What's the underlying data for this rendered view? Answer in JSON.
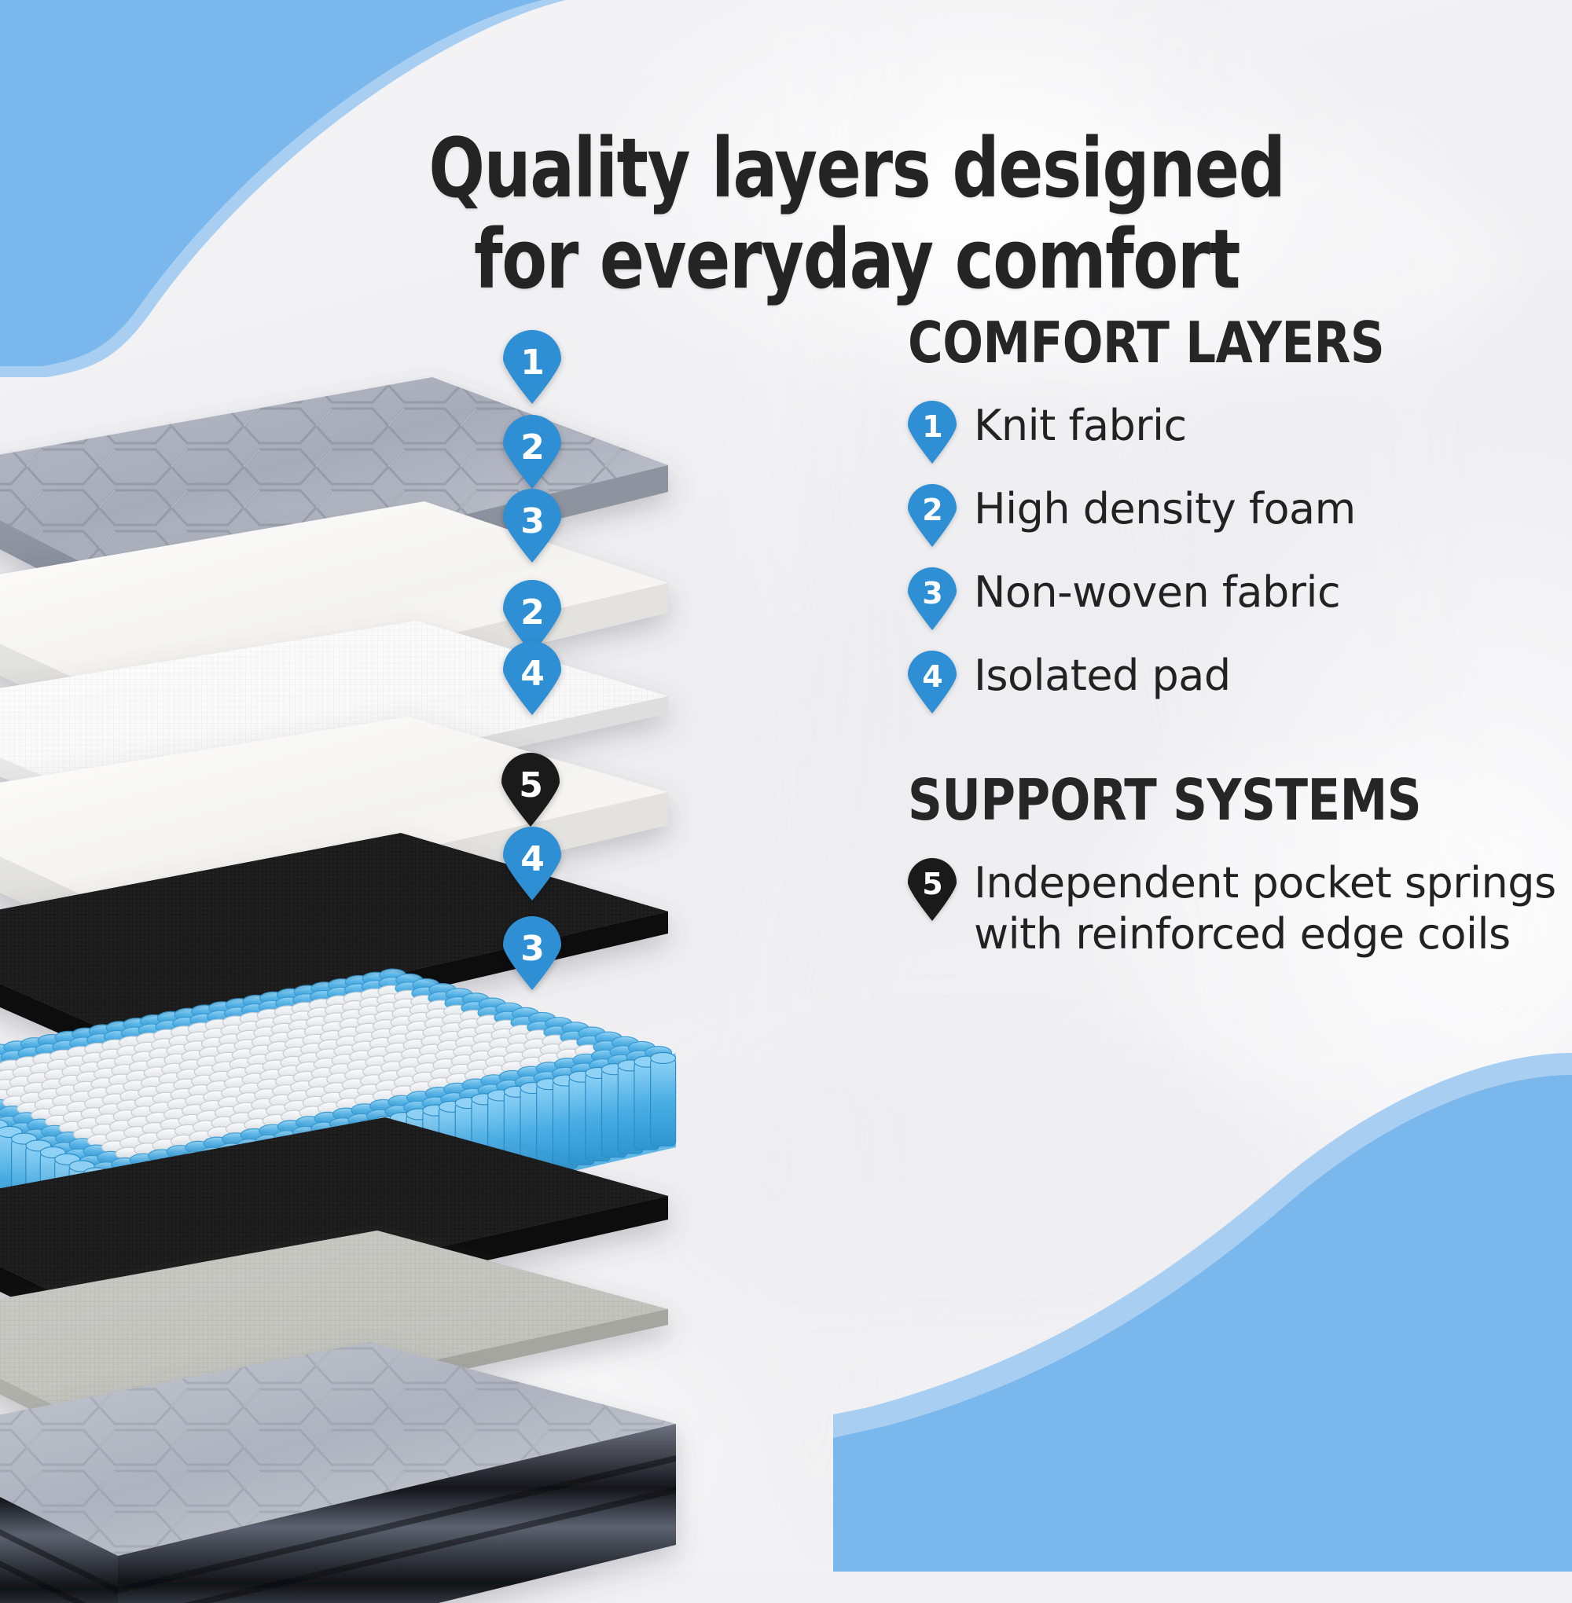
{
  "headline": {
    "line1": "Quality layers designed",
    "line2": "for everyday comfort"
  },
  "colors": {
    "pin_blue": "#2E8FD4",
    "pin_dark": "#1A1A1A",
    "wave_blue": "#79B7EC",
    "wave_blue_light": "#A8CFF2",
    "text_dark": "#242424",
    "background": "#F0F0F2"
  },
  "sections": [
    {
      "id": "comfort",
      "title": "COMFORT LAYERS",
      "items": [
        {
          "number": "1",
          "label": "Knit fabric",
          "pin_style": "blue"
        },
        {
          "number": "2",
          "label": "High density foam",
          "pin_style": "blue"
        },
        {
          "number": "3",
          "label": "Non-woven fabric",
          "pin_style": "blue"
        },
        {
          "number": "4",
          "label": "Isolated pad",
          "pin_style": "blue"
        }
      ]
    },
    {
      "id": "support",
      "title": "SUPPORT SYSTEMS",
      "items": [
        {
          "number": "5",
          "label": "Independent pocket springs with reinforced edge coils",
          "pin_style": "dark"
        }
      ]
    }
  ],
  "diagram": {
    "layers": [
      {
        "name": "knit-fabric-top-panel",
        "number": "1"
      },
      {
        "name": "high-density-foam-upper",
        "number": "2"
      },
      {
        "name": "non-woven-fabric-upper",
        "number": "3"
      },
      {
        "name": "high-density-foam-lower",
        "number": "2"
      },
      {
        "name": "isolated-pad-upper",
        "number": "4"
      },
      {
        "name": "pocket-spring-unit",
        "number": "5"
      },
      {
        "name": "isolated-pad-lower",
        "number": "4"
      },
      {
        "name": "non-woven-fabric-base",
        "number": "3"
      },
      {
        "name": "finished-mattress",
        "number": ""
      }
    ],
    "callouts": [
      {
        "number": "1",
        "pin_style": "blue"
      },
      {
        "number": "2",
        "pin_style": "blue"
      },
      {
        "number": "3",
        "pin_style": "blue"
      },
      {
        "number": "2",
        "pin_style": "blue"
      },
      {
        "number": "4",
        "pin_style": "blue"
      },
      {
        "number": "5",
        "pin_style": "dark"
      },
      {
        "number": "4",
        "pin_style": "blue"
      },
      {
        "number": "3",
        "pin_style": "blue"
      }
    ]
  }
}
